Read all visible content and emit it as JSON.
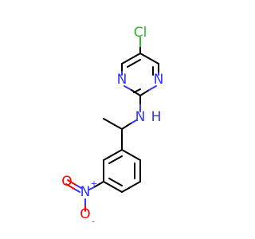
{
  "molecule": {
    "atoms": {
      "cl": {
        "label": "Cl",
        "color": "#2db82d"
      },
      "n1": {
        "label": "N",
        "color": "#3333ff"
      },
      "n2": {
        "label": "N",
        "color": "#3333ff"
      },
      "nh_n": {
        "label": "N",
        "color": "#3333ff"
      },
      "nh_h": {
        "label": "H",
        "color": "#3333ff"
      },
      "nitro_n": {
        "label": "N",
        "color": "#3333ff"
      },
      "nitro_n_charge": {
        "label": "+",
        "color": "#3333ff"
      },
      "nitro_o1": {
        "label": "O",
        "color": "#ff0000"
      },
      "nitro_o2": {
        "label": "O",
        "color": "#ff0000"
      },
      "nitro_o2_charge": {
        "label": "-",
        "color": "#ff0000"
      }
    }
  }
}
